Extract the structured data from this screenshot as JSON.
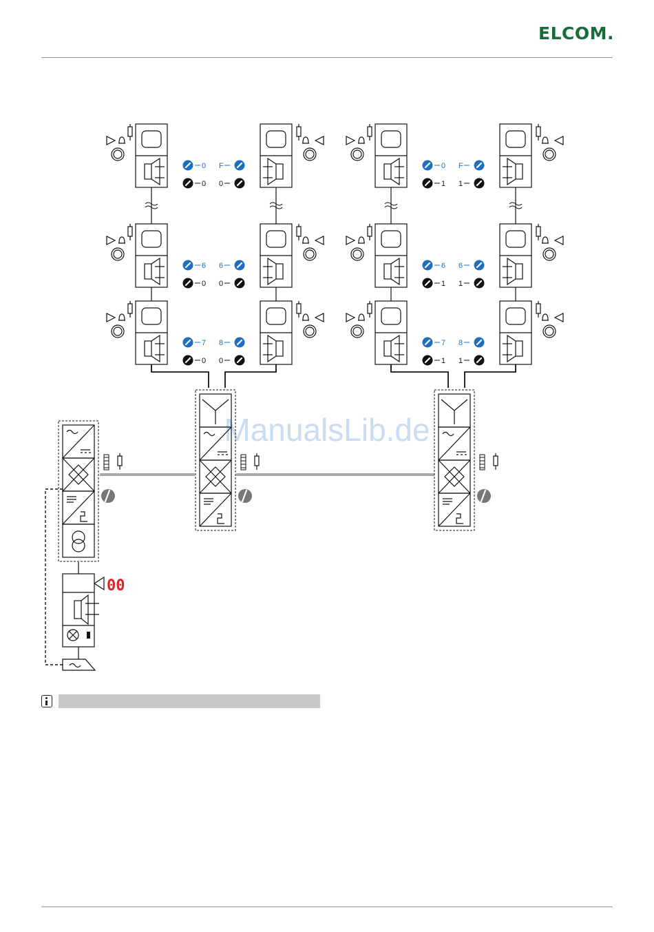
{
  "header": {
    "brand": "ELCOM."
  },
  "watermark": "ManualsLib.de",
  "display": {
    "value": "00"
  },
  "labels": {
    "dial_o": "0",
    "dial_f": "F",
    "dial_1": "1",
    "dial_6": "6",
    "dial_7": "7",
    "dial_8": "8"
  },
  "colors": {
    "brand": "#1a6b3a",
    "accent_blue": "#1f6fbf",
    "led_red": "#e32228",
    "bus_line": "#a8a8a8",
    "rule": "#9a9a9a",
    "info_bar": "#c8c8c8"
  },
  "icons": [
    "bell-icon",
    "horn-icon",
    "resistor-icon",
    "hand-icon",
    "handset-icon",
    "info-icon"
  ]
}
